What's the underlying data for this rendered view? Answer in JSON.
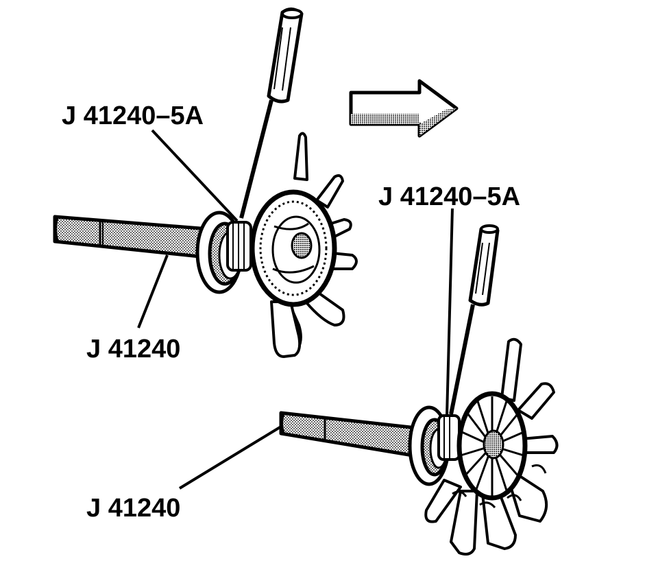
{
  "labels": {
    "top_tool_holder": "J 41240–5A",
    "top_handle": "J 41240",
    "bottom_tool_holder": "J 41240–5A",
    "bottom_handle": "J 41240"
  },
  "colors": {
    "ink": "#000000",
    "paper": "#ffffff",
    "stipple": "#9a9a9a"
  },
  "icons": {
    "direction": "right-arrow-icon"
  }
}
